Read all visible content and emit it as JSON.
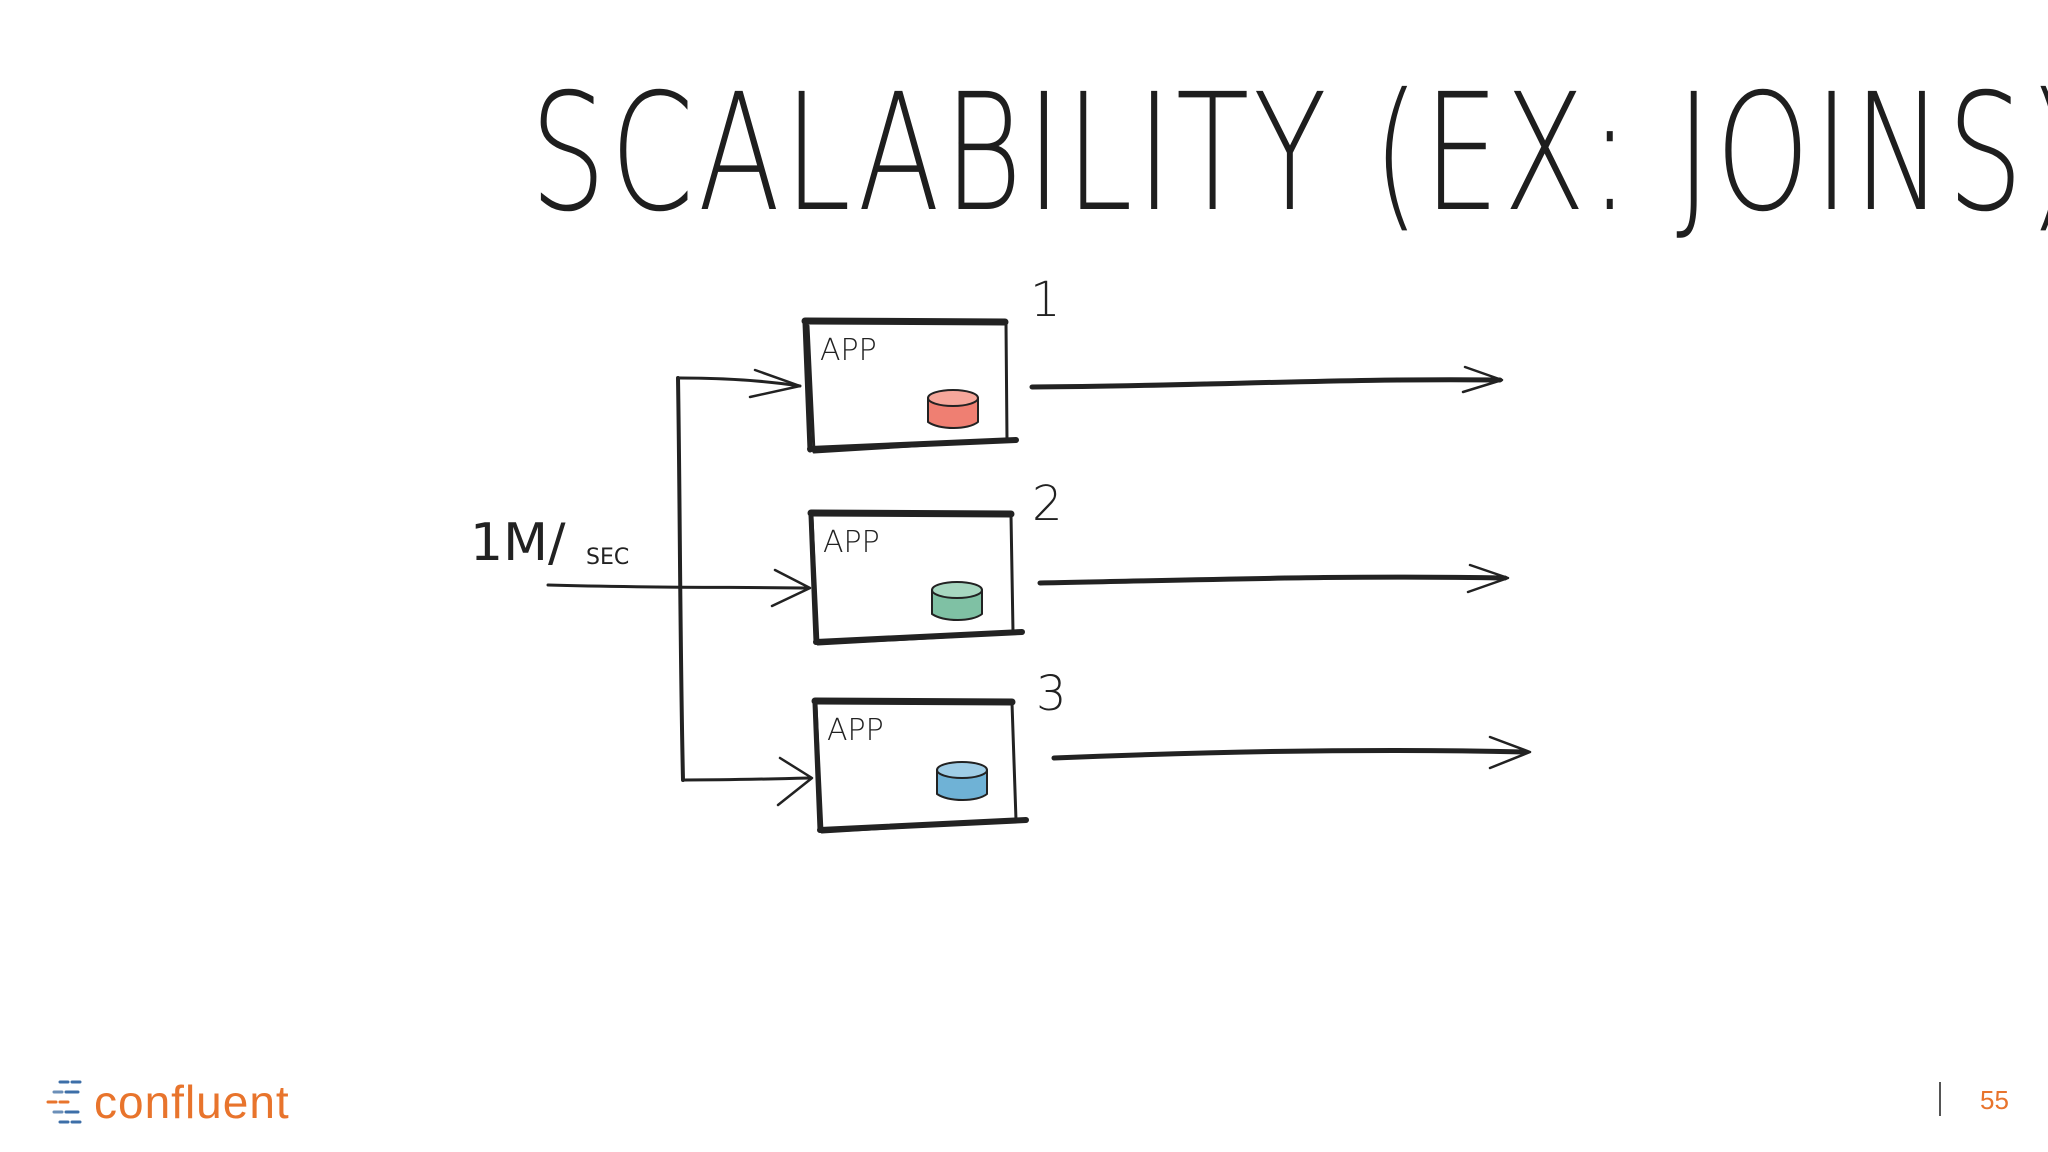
{
  "slide": {
    "title": "SCALABILITY (EX: JOINS)",
    "input_label": "1M/",
    "input_unit": "SEC",
    "apps": [
      {
        "number": "1",
        "label": "APP",
        "store_color": "#ef7f72"
      },
      {
        "number": "2",
        "label": "APP",
        "store_color": "#7fc1a4"
      },
      {
        "number": "3",
        "label": "APP",
        "store_color": "#6fb2d6"
      }
    ]
  },
  "footer": {
    "logo_text": "confluent",
    "page_number": "55",
    "brand_color": "#e8742c"
  }
}
